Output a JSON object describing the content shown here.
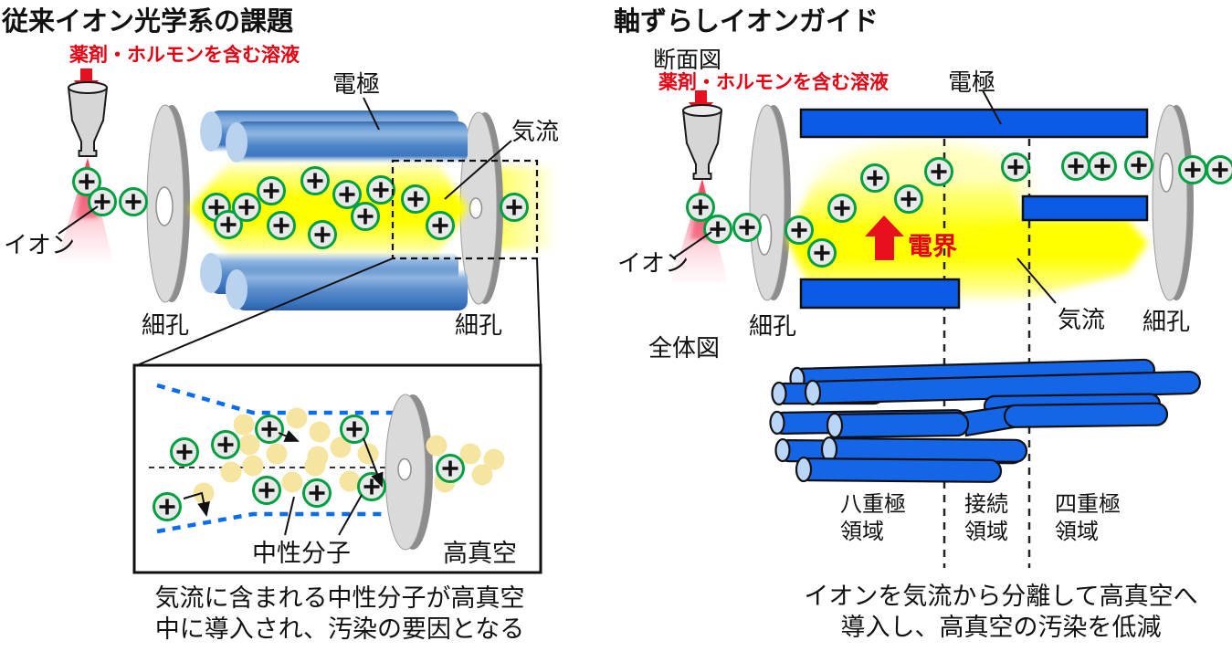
{
  "left_panel": {
    "title": "従来イオン光学系の課題",
    "solution_label": "薬剤・ホルモンを含む溶液",
    "electrode_label": "電極",
    "gas_flow_label": "気流",
    "ion_label": "イオン",
    "pore_left_label": "細孔",
    "pore_right_label": "細孔",
    "inset": {
      "neutral_molecule_label": "中性分子",
      "high_vacuum_label": "高真空"
    },
    "caption_line1": "気流に含まれる中性分子が高真空",
    "caption_line2": "中に導入され、汚染の要因となる"
  },
  "right_panel": {
    "title": "軸ずらしイオンガイド",
    "cross_section_label": "断面図",
    "solution_label": "薬剤・ホルモンを含む溶液",
    "electrode_label": "電極",
    "ion_label": "イオン",
    "pore_left_label": "細孔",
    "pore_right_label": "細孔",
    "electric_field_label": "電界",
    "gas_flow_label": "気流",
    "overall_view_label": "全体図",
    "regions": {
      "octupole_line1": "八重極",
      "octupole_line2": "領域",
      "connection_line1": "接続",
      "connection_line2": "領域",
      "quadrupole_line1": "四重極",
      "quadrupole_line2": "領域"
    },
    "caption_line1": "イオンを気流から分離して高真空へ",
    "caption_line2": "導入し、高真空の汚染を低減"
  },
  "colors": {
    "electrode_blue": "#0b5be6",
    "rod_blue": "#1565e8",
    "beam_yellow": "#ffff00",
    "ion_green": "#00a040",
    "spray_red": "#e8101e",
    "accent_red": "#e60012",
    "neutral_molecule_yellow": "#f6e5a0",
    "disk_gray": "#d8d8d8"
  }
}
